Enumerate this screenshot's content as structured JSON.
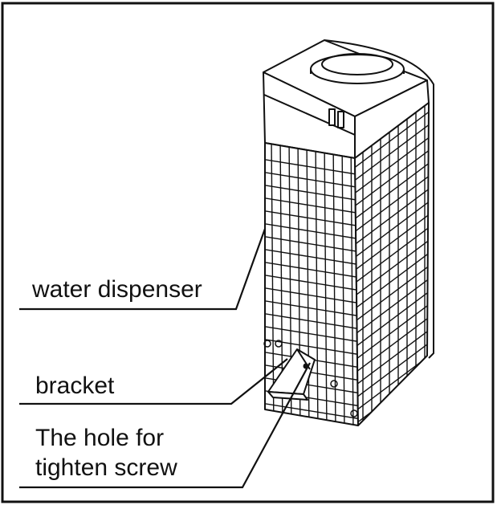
{
  "labels": {
    "water_dispenser": "water dispenser",
    "bracket": "bracket",
    "hole_line1": "The hole for",
    "hole_line2": "tighten screw"
  }
}
